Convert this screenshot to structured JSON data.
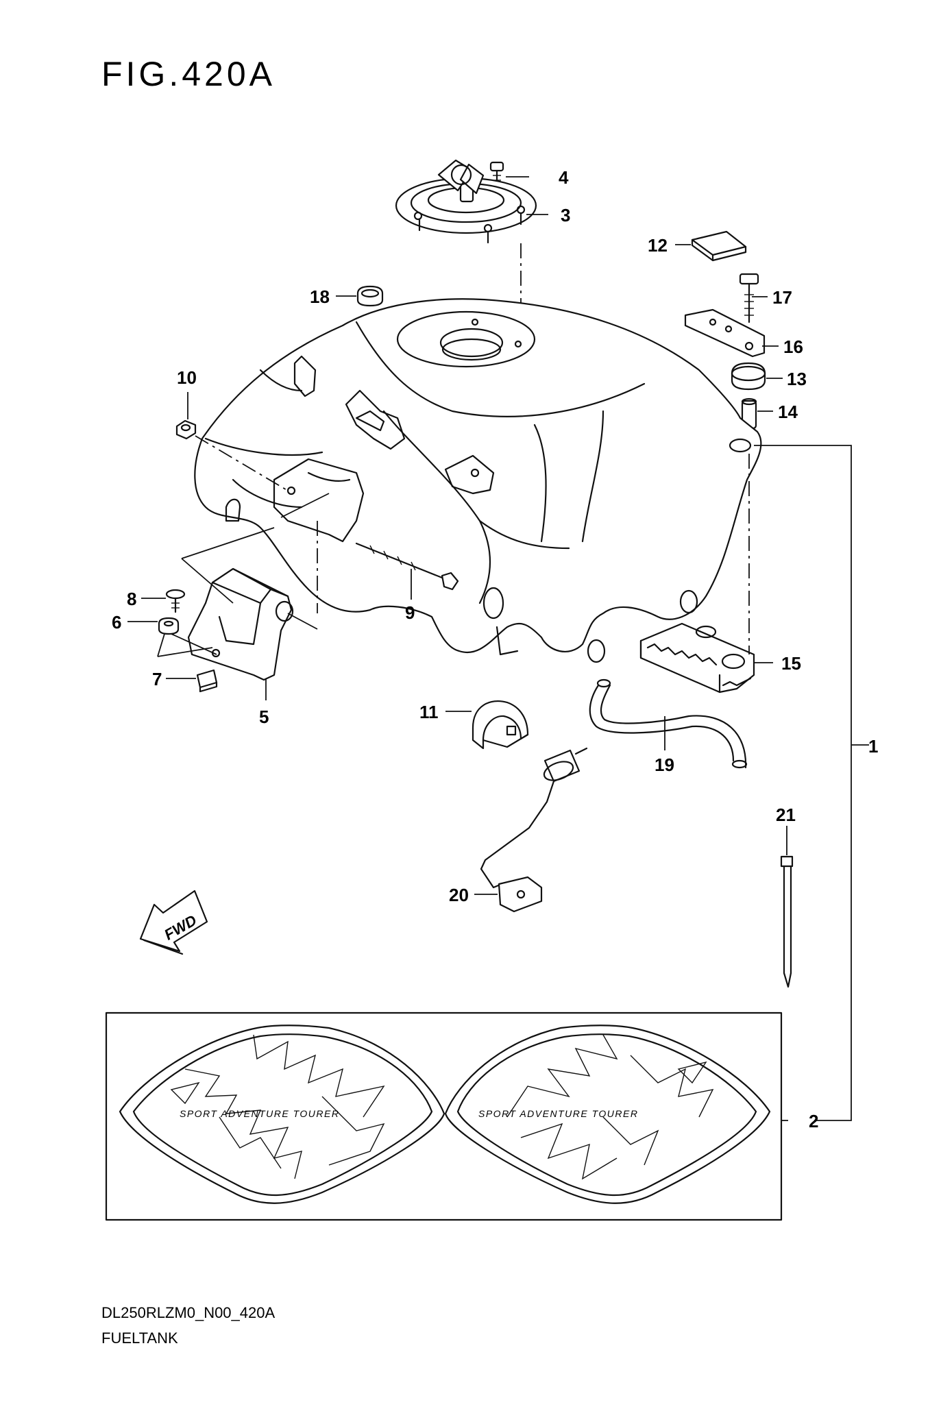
{
  "figure": {
    "title": "FIG.420A",
    "code": "DL250RLZM0_N00_420A",
    "name": "FUELTANK"
  },
  "callouts": [
    "1",
    "2",
    "3",
    "4",
    "5",
    "6",
    "7",
    "8",
    "9",
    "10",
    "11",
    "12",
    "13",
    "14",
    "15",
    "16",
    "17",
    "18",
    "19",
    "20",
    "21"
  ],
  "decal": {
    "text": "SPORT ADVENTURE TOURER"
  },
  "direction_marker": {
    "text": "FWD",
    "icon": "fwd-arrow-icon"
  },
  "colors": {
    "line": "#111111",
    "background": "#ffffff"
  }
}
